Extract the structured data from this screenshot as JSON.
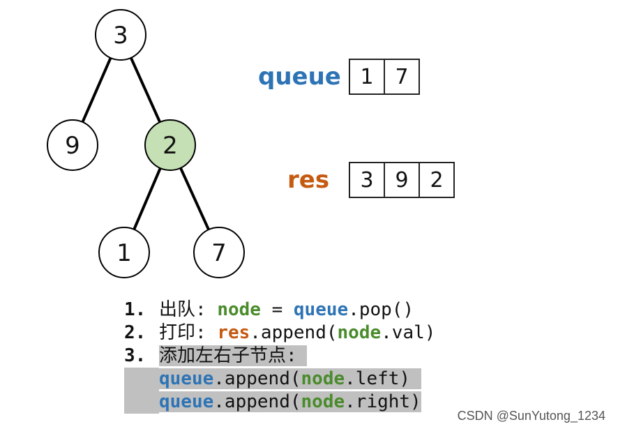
{
  "tree": {
    "nodes": [
      {
        "id": "n3",
        "label": "3",
        "highlight": false
      },
      {
        "id": "n9",
        "label": "9",
        "highlight": false
      },
      {
        "id": "n2",
        "label": "2",
        "highlight": true
      },
      {
        "id": "n1",
        "label": "1",
        "highlight": false
      },
      {
        "id": "n7",
        "label": "7",
        "highlight": false
      }
    ],
    "edges": [
      [
        "n3",
        "n9"
      ],
      [
        "n3",
        "n2"
      ],
      [
        "n2",
        "n1"
      ],
      [
        "n2",
        "n7"
      ]
    ],
    "colors": {
      "highlight_fill": "#c5e0b4",
      "node_fill": "#ffffff",
      "stroke": "#000000"
    }
  },
  "queue": {
    "label": "queue",
    "values": [
      "1",
      "7"
    ],
    "color": "#2e74b5"
  },
  "res": {
    "label": "res",
    "values": [
      "3",
      "9",
      "2"
    ],
    "color": "#c55a11"
  },
  "steps": {
    "s1": {
      "num": "1.",
      "text": "出队: ",
      "var1": "node",
      "op": " = ",
      "var2": "queue",
      "rest": ".pop()"
    },
    "s2": {
      "num": "2.",
      "text": "打印: ",
      "var1": "res",
      "mid": ".append(",
      "var2": "node",
      "rest": ".val)"
    },
    "s3": {
      "num": "3.",
      "text": "添加左右子节点:"
    },
    "s4": {
      "var1": "queue",
      "mid": ".append(",
      "var2": "node",
      "rest": ".left)"
    },
    "s5": {
      "var1": "queue",
      "mid": ".append(",
      "var2": "node",
      "rest": ".right)"
    }
  },
  "watermark": "CSDN @SunYutong_1234"
}
